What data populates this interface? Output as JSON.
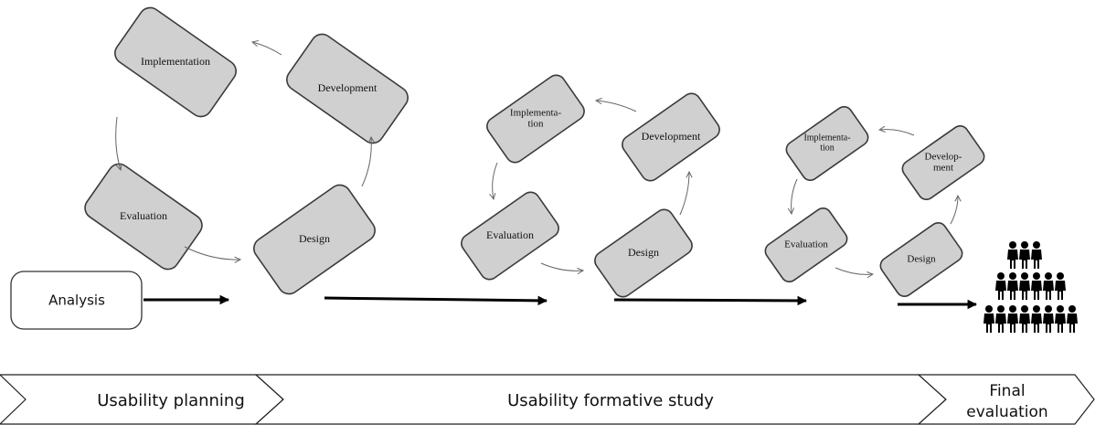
{
  "analysis": {
    "label": "Analysis"
  },
  "cycles": [
    {
      "implementation": [
        "Implementation"
      ],
      "development": [
        "Development"
      ],
      "evaluation": [
        "Evaluation"
      ],
      "design": [
        "Design"
      ]
    },
    {
      "implementation": [
        "Implementa-",
        "tion"
      ],
      "development": [
        "Development"
      ],
      "evaluation": [
        "Evaluation"
      ],
      "design": [
        "Design"
      ]
    },
    {
      "implementation": [
        "Implementa-",
        "tion"
      ],
      "development": [
        "Develop-",
        "ment"
      ],
      "evaluation": [
        "Evaluation"
      ],
      "design": [
        "Design"
      ]
    }
  ],
  "phases": {
    "planning": "Usability planning",
    "formative": "Usability formative study",
    "final_line1": "Final",
    "final_line2": "evaluation"
  },
  "icons": {
    "users": "people-group-icon"
  }
}
